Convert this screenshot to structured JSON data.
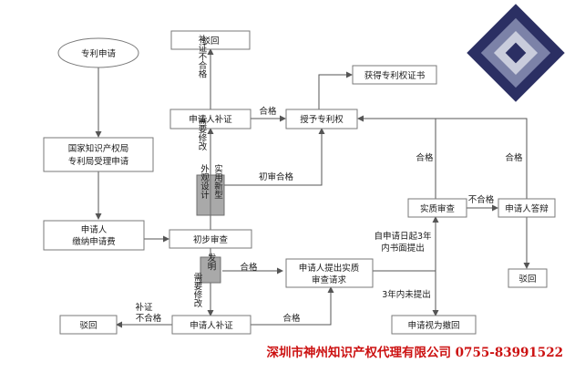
{
  "nodes": {
    "start": "专利申请",
    "accept": [
      "国家知识产权局",
      "专利局受理申请"
    ],
    "fee": [
      "申请人",
      "缴纳申请费"
    ],
    "prelim": "初步审查",
    "reject_top": "驳回",
    "supplement_top": "申请人补证",
    "grant": "授予专利权",
    "certificate": "获得专利权证书",
    "invention": "发明",
    "utility": "实用新型",
    "design": "外观设计",
    "exam_request": [
      "申请人提出实质",
      "审查请求"
    ],
    "substantive": "实质审查",
    "reply": "申请人答辩",
    "reject_right": "驳回",
    "supplement_bottom": "申请人补证",
    "reject_left": "驳回",
    "withdrawn": "申请视为撤回"
  },
  "labels": {
    "not_pass_supplement_top": "补证不合格",
    "need_modify": "需要修改",
    "pass_1": "合格",
    "prelim_pass": "初审合格",
    "pass_sub_grant": "合格",
    "pass_reply_grant": "合格",
    "not_pass": "不合格",
    "within_3y": [
      "自申请日起3年",
      "内书面提出"
    ],
    "not_within_3y": "3年内未提出",
    "pass_invention": "合格",
    "need_modify_2": "需要修改",
    "supplement_not_pass": [
      "补证",
      "不合格"
    ],
    "pass_supplement_bottom": "合格"
  },
  "footer": "深圳市神州知识产权代理有限公司  0755-83991522",
  "colors": {
    "footer": "#cc1111",
    "box_border": "#7a7a7a",
    "gray_box": "#a9a9a9",
    "logo_dark": "#2b2f63",
    "logo_mid": "#7c82a8",
    "logo_light": "#c9ccdc"
  },
  "logo_icon": "diamond-logo-icon"
}
